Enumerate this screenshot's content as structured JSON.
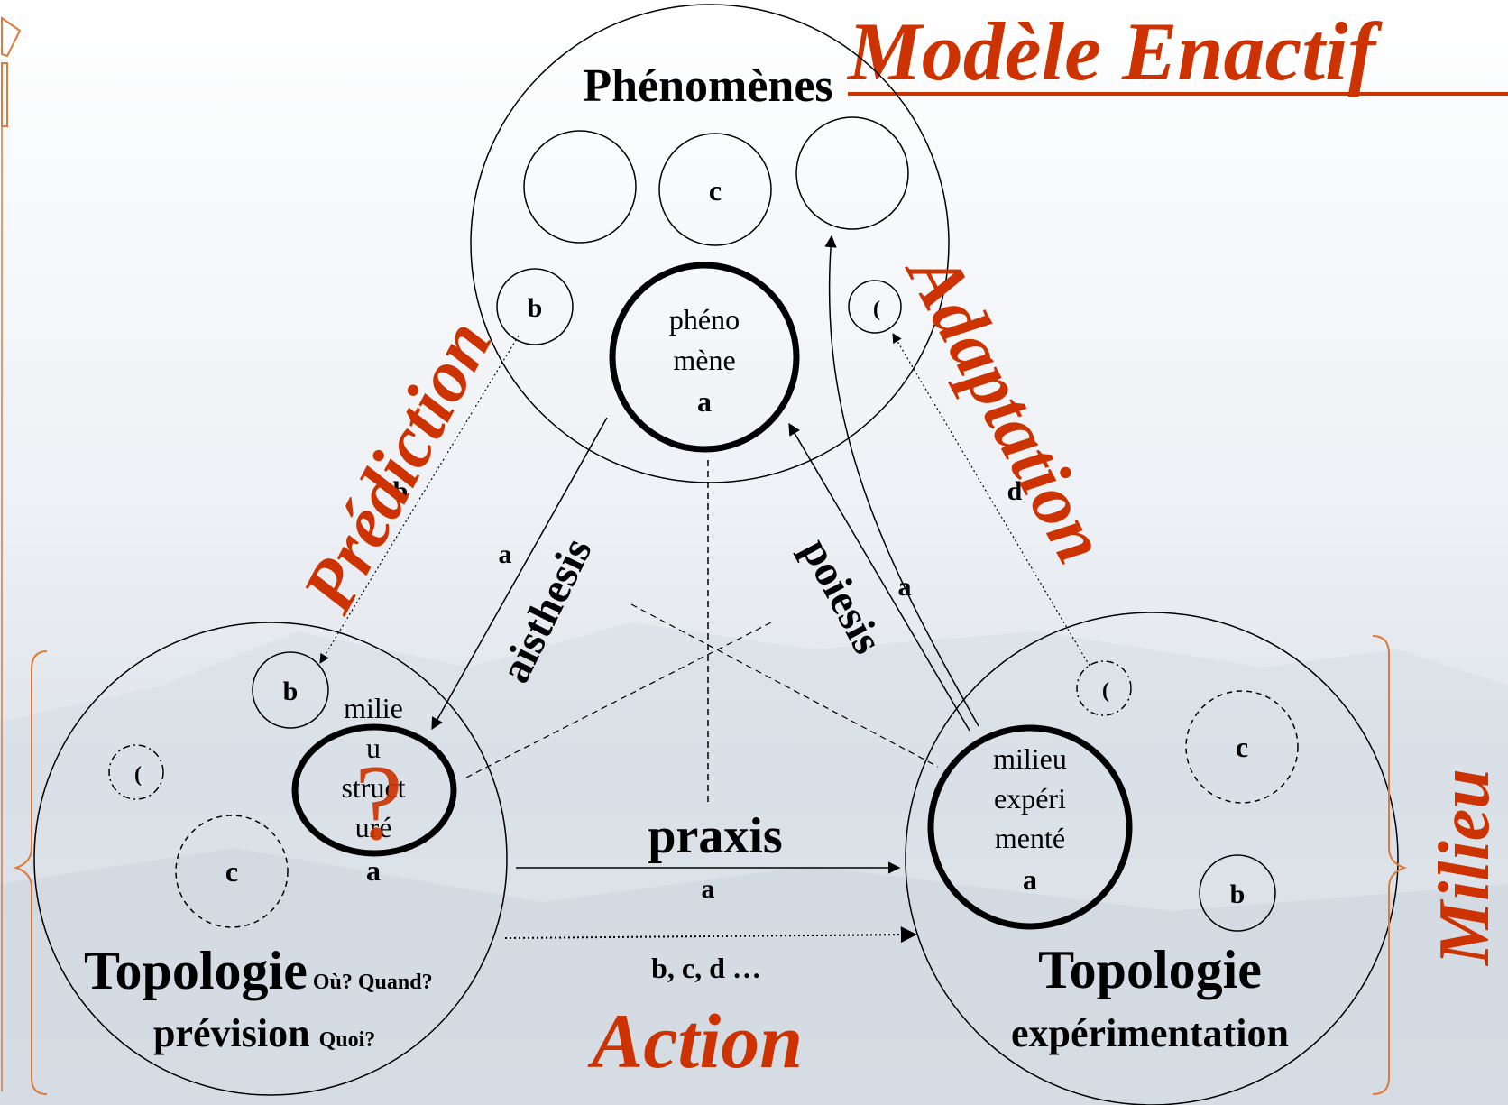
{
  "title": "Modèle Enactif",
  "colors": {
    "accent": "#cc3300",
    "ink": "#000000",
    "bracket": "#e07a3a"
  },
  "phenomenes": {
    "title": "Phénomènes",
    "small_c": "c",
    "small_b": "b",
    "small_d": "(",
    "core_lines": [
      "phéno",
      "mène"
    ],
    "core_letter": "a"
  },
  "left": {
    "b": "b",
    "d": "(",
    "c": "c",
    "core_lines": [
      "milie",
      "u",
      "struct",
      "uré"
    ],
    "core_letter": "a",
    "question": "?",
    "title": "Topologie",
    "title_sub": "Où? Quand?",
    "line2": "prévision",
    "line2_sub": "Quoi?"
  },
  "right": {
    "d": "(",
    "c": "c",
    "b": "b",
    "core_lines": [
      "milieu",
      "expéri",
      "menté"
    ],
    "core_letter": "a",
    "title": "Topologie",
    "line2": "expérimentation"
  },
  "labels": {
    "prediction": "Prédiction",
    "adaptation": "Adaptation",
    "action": "Action",
    "milieu": "Milieu",
    "aisthesis": "aisthesis",
    "poiesis": "poiesis",
    "praxis": "praxis",
    "a_aisthesis": "a",
    "a_poiesis": "a",
    "a_praxis": "a",
    "b_prediction": "b",
    "d_adaptation": "d",
    "bcd": "b, c, d …"
  }
}
